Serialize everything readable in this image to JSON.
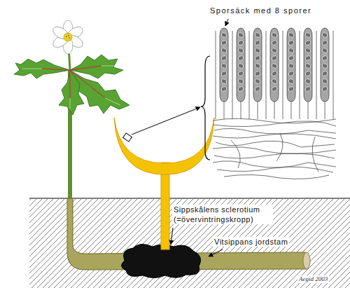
{
  "diagram": {
    "labels": [
      "Sporsäck med 8 sporer",
      "Sippskålens sclerotium (=övervintringskropp)",
      "Vitsippans jordstam",
      "Aegid 2003"
    ]
  }
}
